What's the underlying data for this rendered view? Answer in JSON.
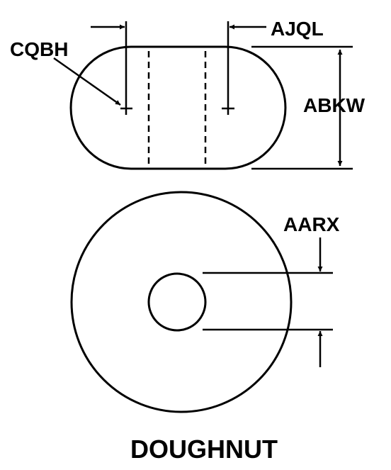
{
  "diagram": {
    "part_name": "DOUGHNUT",
    "labels": {
      "cqbh": "CQBH",
      "ajql": "AJQL",
      "abkw": "ABKW",
      "aarx": "AARX"
    },
    "colors": {
      "ink": "#000000",
      "background": "#ffffff"
    }
  }
}
